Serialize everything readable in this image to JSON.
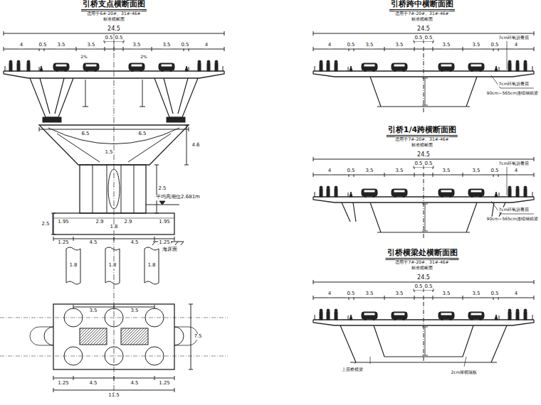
{
  "diagram": {
    "labels": [
      "引桥支点横断面图",
      "适用于6#-20#、31#-46#",
      "标准横断面",
      "24.5",
      "0.5",
      "0.5",
      "4",
      "0.5",
      "3.5",
      "3.5",
      "3.5",
      "3.5",
      "0.5",
      "4",
      "2%",
      "2%",
      "1.5",
      "6.5",
      "6.5",
      "4.6",
      "2.5",
      "平均高潮位2.681m",
      "1.95",
      "2.9",
      "1.8",
      "2.9",
      "1.95",
      "2.5",
      "1.25",
      "4.5",
      "4.5",
      "1.25",
      "海床面",
      "1.8",
      "1.8",
      "1.8",
      "3.5",
      "3.5",
      "7.5",
      "1.25",
      "4.5",
      "4.5",
      "1.25",
      "11.5",
      "引桥跨中横断面图",
      "适用于7#-20#、31#-46#",
      "标准横断面",
      "24.5",
      "0.5",
      "0.5",
      "4",
      "0.5",
      "3.5",
      "3.5",
      "3.5",
      "3.5",
      "0.5",
      "4",
      "7cm环氧沥青层",
      "7cm环氧沥青层",
      "90cm~565cm连续钢箱梁",
      "引桥1/4跨横断面图",
      "适用于7#-20#、31#-46#",
      "标准横断面",
      "24.5",
      "0.5",
      "0.5",
      "4",
      "0.5",
      "3.5",
      "3.5",
      "3.5",
      "3.5",
      "0.5",
      "4",
      "7cm环氧沥青层",
      "7cm环氧沥青层",
      "90cm~565cm连续钢箱梁",
      "引桥横梁处横断面图",
      "适用于7#-20#、31#-46#",
      "标准横断面",
      "24.5",
      "0.5",
      "0.5",
      "4",
      "0.5",
      "3.5",
      "3.5",
      "3.5",
      "3.5",
      "0.5",
      "4",
      "上层桥横梁",
      "2cm厚横隔板"
    ]
  }
}
